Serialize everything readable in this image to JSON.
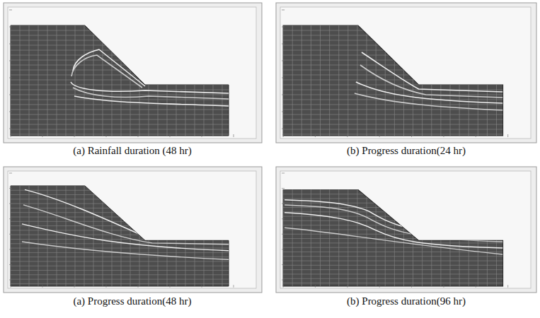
{
  "diagram": {
    "labels": [
      "(a) Rainfall duration (48 hr)",
      "(b) Progress duration(24 hr)",
      "(a) Progress duration(48 hr)",
      "(b) Progress duration(96 hr)"
    ]
  }
}
